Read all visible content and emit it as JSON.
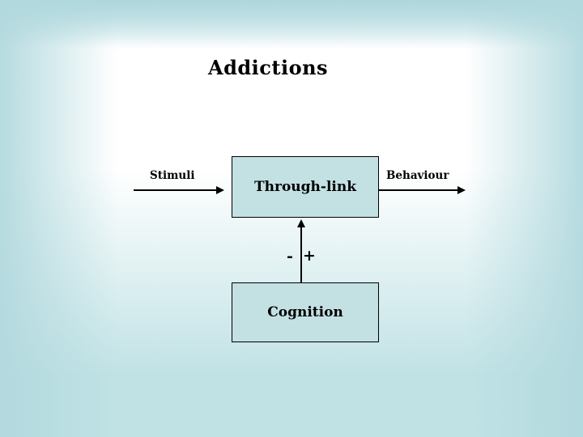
{
  "slide": {
    "title": "Addictions",
    "diagram": {
      "through_link_box": {
        "label": "Through-link"
      },
      "cognition_box": {
        "label": "Cognition"
      },
      "stimuli_label": "Stimuli",
      "behaviour_label": "Behaviour",
      "minus_sign": "-",
      "plus_sign": "+",
      "arrows": [
        {
          "name": "stimuli-to-through-link",
          "direction": "right"
        },
        {
          "name": "through-link-to-behaviour",
          "direction": "right"
        },
        {
          "name": "cognition-to-through-link",
          "direction": "up"
        }
      ]
    },
    "colors": {
      "background_teal": "#c0e2e5",
      "edge_teal": "#b2dade",
      "center_white": "#ffffff",
      "box_fill": "#c3e0e3",
      "box_border": "#000000",
      "text_color": "#000000"
    }
  }
}
